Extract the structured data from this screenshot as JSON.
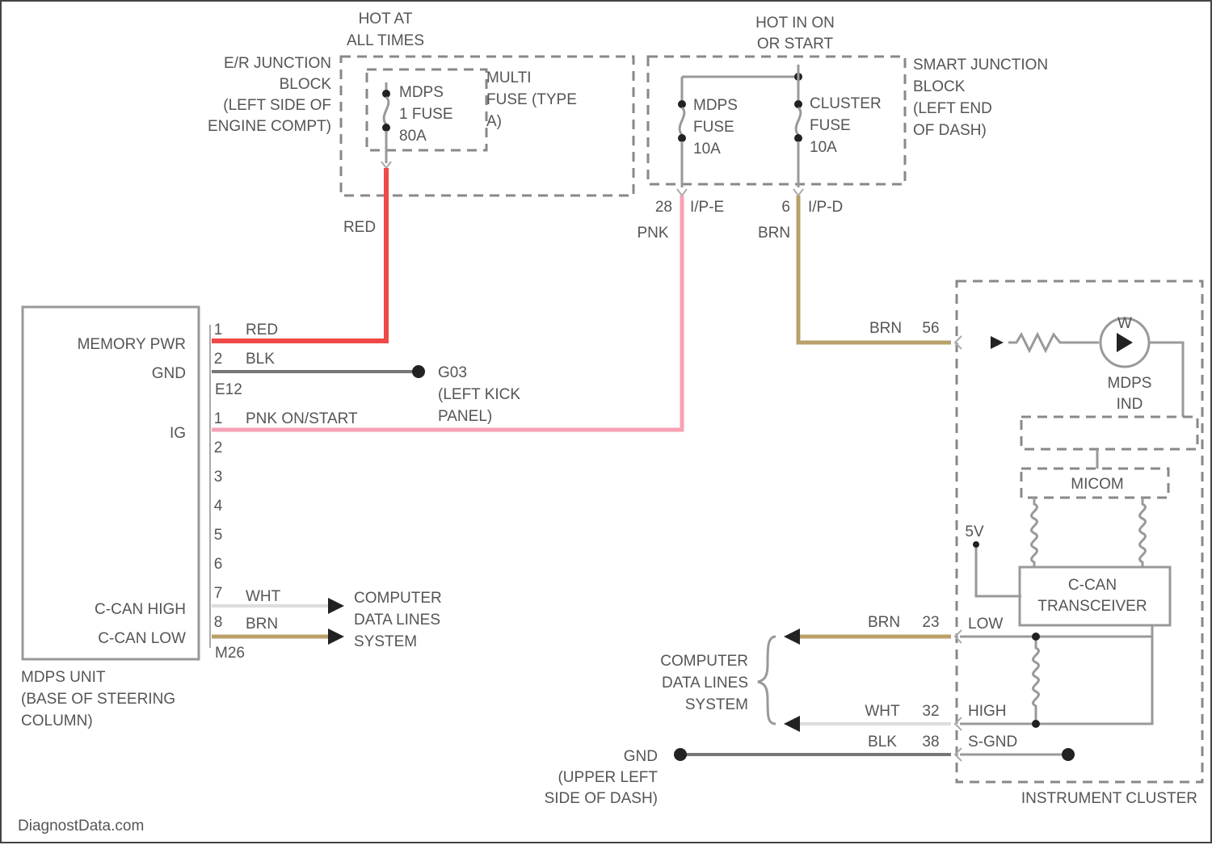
{
  "colors": {
    "red": "#f04848",
    "pink": "#f6a2b4",
    "brown": "#b9a06a",
    "black": "#777777",
    "white": "#dddddd"
  },
  "header": {
    "hot_at_all_times_1": "HOT AT",
    "hot_at_all_times_2": "ALL TIMES",
    "hot_in_on_1": "HOT IN ON",
    "hot_in_on_2": "OR START"
  },
  "er_junction": {
    "line1": "E/R JUNCTION",
    "line2": "BLOCK",
    "line3": "(LEFT SIDE OF",
    "line4": "ENGINE COMPT)"
  },
  "mdps1_fuse": {
    "line1": "MDPS",
    "line2": "1 FUSE",
    "line3": "80A"
  },
  "multi_fuse": {
    "line1": "MULTI",
    "line2": "FUSE (TYPE",
    "line3": "A)"
  },
  "mdps_fuse": {
    "line1": "MDPS",
    "line2": "FUSE",
    "line3": "10A"
  },
  "cluster_fuse": {
    "line1": "CLUSTER",
    "line2": "FUSE",
    "line3": "10A"
  },
  "smart_junction": {
    "line1": "SMART JUNCTION",
    "line2": "BLOCK",
    "line3": "(LEFT END",
    "line4": "OF DASH)"
  },
  "connectors": {
    "ip_e_pin": "28",
    "ip_e": "I/P-E",
    "ip_d_pin": "6",
    "ip_d": "I/P-D",
    "e12": "E12",
    "m26": "M26"
  },
  "wire_labels": {
    "red_top": "RED",
    "pnk_top": "PNK",
    "brn_top": "BRN",
    "red_pin": "RED",
    "blk_pin": "BLK",
    "pnk_pin": "PNK ON/START",
    "wht_pin": "WHT",
    "brn_pin": "BRN",
    "brn_cluster": "BRN",
    "brn_cluster_pin": "56",
    "brn_low": "BRN",
    "brn_low_pin": "23",
    "wht_high": "WHT",
    "wht_high_pin": "32",
    "blk_gnd": "BLK",
    "blk_gnd_pin": "38"
  },
  "mdps_unit": {
    "memory_pwr": "MEMORY PWR",
    "gnd": "GND",
    "ig": "IG",
    "c_can_high": "C-CAN HIGH",
    "c_can_low": "C-CAN LOW",
    "pins": [
      "1",
      "2",
      "1",
      "2",
      "3",
      "4",
      "5",
      "6",
      "7",
      "8"
    ],
    "name1": "MDPS UNIT",
    "name2": "(BASE OF STEERING",
    "name3": "COLUMN)"
  },
  "g03": {
    "line1": "G03",
    "line2": "(LEFT KICK",
    "line3": "PANEL)"
  },
  "comp_data_left": {
    "line1": "COMPUTER",
    "line2": "DATA LINES",
    "line3": "SYSTEM"
  },
  "comp_data_right": {
    "line1": "COMPUTER",
    "line2": "DATA LINES",
    "line3": "SYSTEM"
  },
  "cluster": {
    "w_label": "W",
    "mdps_ind_1": "MDPS",
    "mdps_ind_2": "IND",
    "micom": "MICOM",
    "five_v": "5V",
    "c_can_1": "C-CAN",
    "c_can_2": "TRANSCEIVER",
    "low": "LOW",
    "high": "HIGH",
    "s_gnd": "S-GND",
    "name": "INSTRUMENT CLUSTER"
  },
  "gnd_dash": {
    "line1": "GND",
    "line2": "(UPPER LEFT",
    "line3": "SIDE OF DASH)"
  },
  "watermark": "DiagnostData.com"
}
